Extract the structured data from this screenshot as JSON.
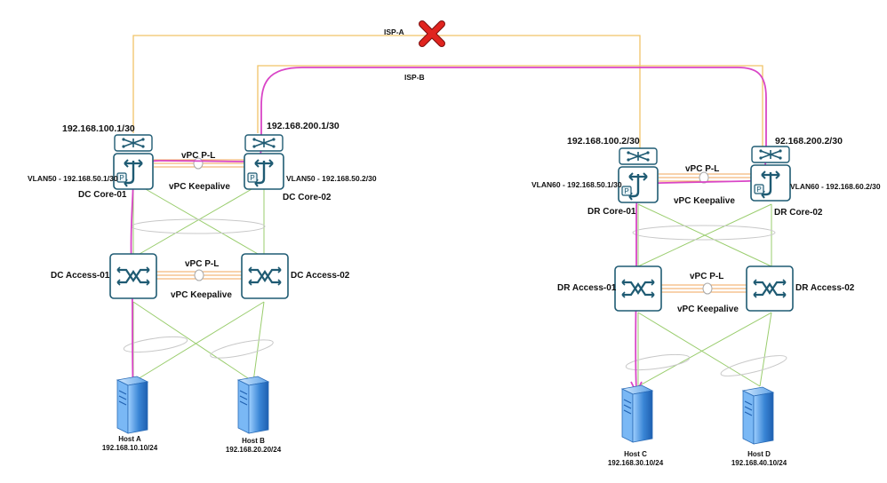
{
  "links": {
    "isp_a": "ISP-A",
    "isp_b": "ISP-B"
  },
  "colors": {
    "isp_line": "#f0c468",
    "green_link": "#9acd6e",
    "orange_link": "#f2a65a",
    "path": "#d946c7",
    "fail_mark": "#e0241f",
    "device_teal": "#1f5b73",
    "server_blue": "#3a86d6"
  },
  "icons": {
    "fail": "red-x-icon",
    "core": "layer3-switch-icon",
    "access": "multilayer-switch-icon",
    "host": "server-icon"
  },
  "dc": {
    "core1": {
      "name": "DC Core-01",
      "wan_ip": "192.168.100.1/30",
      "vlan": "VLAN50 - 192.168.50.1/30"
    },
    "core2": {
      "name": "DC Core-02",
      "wan_ip": "192.168.200.1/30",
      "vlan": "VLAN50 - 192.168.50.2/30"
    },
    "core_peer_link": "vPC P-L",
    "core_keepalive": "vPC Keepalive",
    "access1": {
      "name": "DC Access-01"
    },
    "access2": {
      "name": "DC Access-02"
    },
    "access_peer_link": "vPC P-L",
    "access_keepalive": "vPC Keepalive",
    "host_a": {
      "name": "Host A",
      "ip": "192.168.10.10/24"
    },
    "host_b": {
      "name": "Host B",
      "ip": "192.168.20.20/24"
    }
  },
  "dr": {
    "core1": {
      "name": "DR Core-01",
      "wan_ip": "192.168.100.2/30",
      "vlan": "VLAN60 - 192.168.50.1/30"
    },
    "core2": {
      "name": "DR Core-02",
      "wan_ip": "92.168.200.2/30",
      "vlan": "VLAN60 - 192.168.60.2/30"
    },
    "core_peer_link": "vPC P-L",
    "core_keepalive": "vPC Keepalive",
    "access1": {
      "name": "DR Access-01"
    },
    "access2": {
      "name": "DR Access-02"
    },
    "access_peer_link": "vPC P-L",
    "access_keepalive": "vPC Keepalive",
    "host_c": {
      "name": "Host C",
      "ip": "192.168.30.10/24"
    },
    "host_d": {
      "name": "Host D",
      "ip": "192.168.40.10/24"
    }
  }
}
